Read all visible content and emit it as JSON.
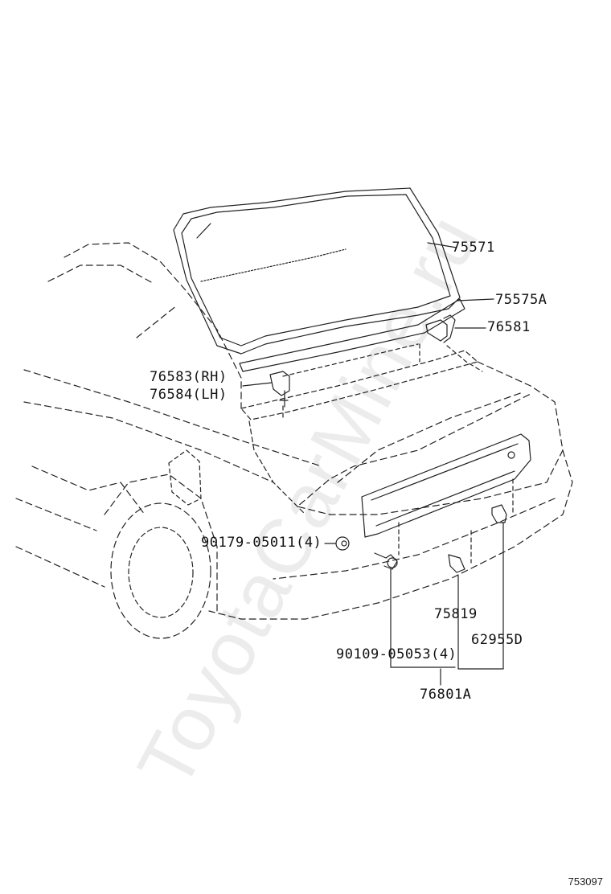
{
  "watermark": "ToyotaCarMine.ru",
  "diagram_id": "753097",
  "callouts": {
    "p75571": "75571",
    "p75575A": "75575A",
    "p76581": "76581",
    "p76583": "76583(RH)",
    "p76584": "76584(LH)",
    "p90179": "90179-05011(4)",
    "p75819": "75819",
    "p62955D": "62955D",
    "p90109": "90109-05053(4)",
    "p76801A": "76801A"
  }
}
